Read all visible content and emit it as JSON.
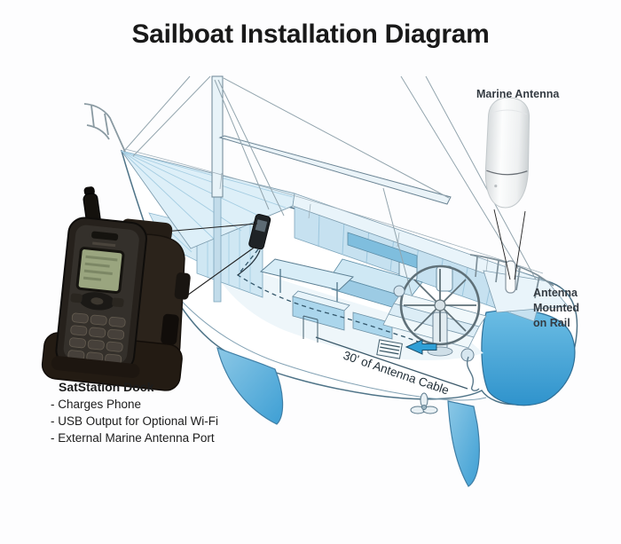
{
  "title": "Sailboat Installation Diagram",
  "diagram": {
    "labels": {
      "marine_antenna": "Marine Antenna",
      "antenna_rail": [
        "Antenna",
        "Mounted",
        "on Rail"
      ],
      "cable": "30' of Antenna Cable"
    },
    "dock_info": {
      "heading": "SatStation Dock",
      "items": [
        "- Charges Phone",
        "- USB Output for Optional Wi-Fi",
        "- External Marine Antenna Port"
      ]
    },
    "images": {
      "sailboat": "sailboat-cutaway-illustration",
      "phone_dock": "satellite-phone-in-dock-photo",
      "marine_antenna": "white-marine-antenna-photo",
      "rail_antenna": "small-antenna-mounted-on-stern-rail"
    },
    "colors": {
      "boat_light": "#cfe6f2",
      "boat_mid": "#7fc2e0",
      "boat_deep": "#3e9fd4",
      "outline": "#4f7488",
      "label_text": "#343b42",
      "title_text": "#191919",
      "arrow_blue": "#2f9fd6",
      "phone_body": "#26211c",
      "phone_screen": "#9aa57f",
      "background": "#fdfdfe"
    }
  }
}
